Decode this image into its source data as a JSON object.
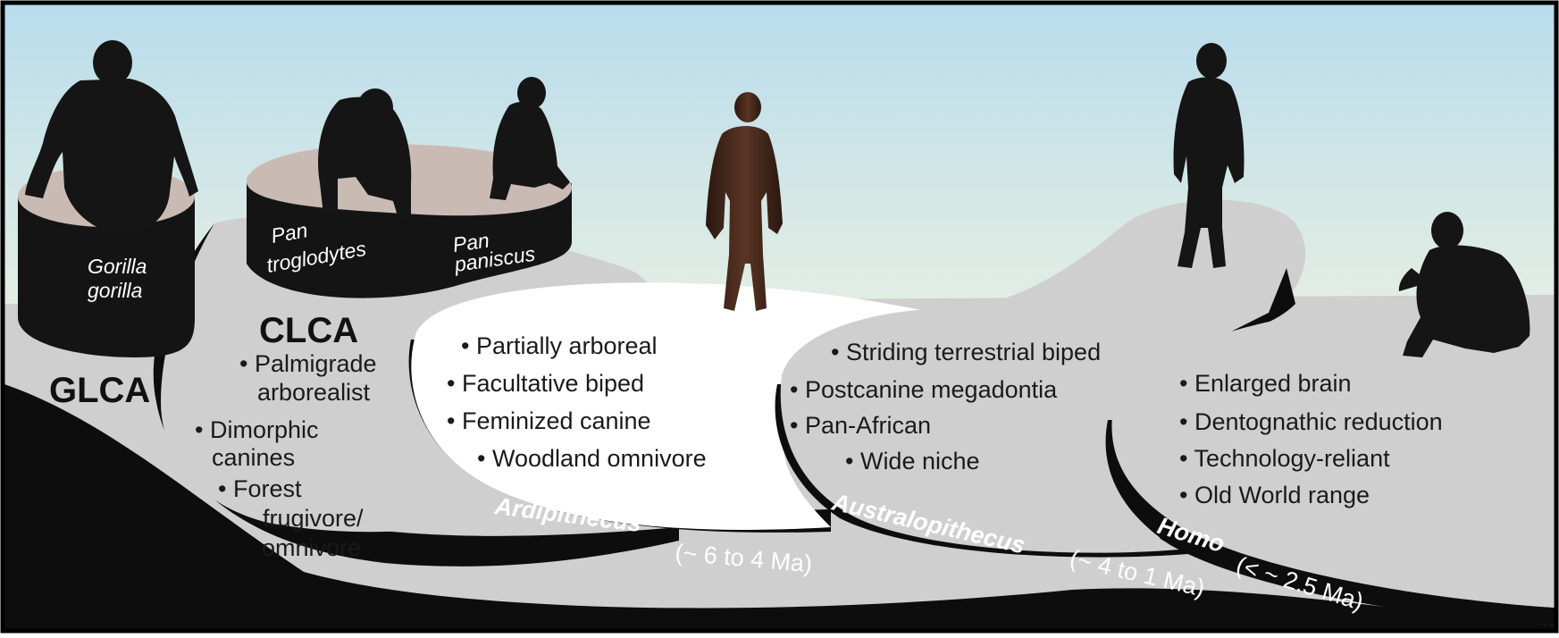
{
  "stages": {
    "glca": {
      "label": "GLCA",
      "species": [
        "Gorilla",
        "gorilla"
      ]
    },
    "clca": {
      "label": "CLCA",
      "species_1": [
        "Pan",
        "troglodytes"
      ],
      "species_2": [
        "Pan",
        "paniscus"
      ],
      "traits": [
        "• Palmigrade",
        "arborealist",
        "• Dimorphic",
        "canines",
        "• Forest",
        "frugivore/",
        "omnivore"
      ]
    },
    "ardipithecus": {
      "genus": "Ardipithecus",
      "age": "(~ 6 to 4 Ma)",
      "traits": [
        "• Partially arboreal",
        "• Facultative biped",
        "• Feminized canine",
        "• Woodland omnivore"
      ]
    },
    "australopithecus": {
      "genus": "Australopithecus",
      "age": "(~ 4 to 1 Ma)",
      "traits": [
        "• Striding terrestrial biped",
        "• Postcanine megadontia",
        "• Pan-African",
        "• Wide niche"
      ]
    },
    "homo": {
      "genus": "Homo",
      "age": "(< ~ 2.5 Ma)",
      "traits": [
        "• Enlarged brain",
        "• Dentognathic reduction",
        "• Technology-reliant",
        "• Old World range"
      ]
    }
  },
  "colors": {
    "sky_top": "#b9dcec",
    "sky_bottom": "#fbf1cf",
    "platform_gray": "#cfcfcf",
    "platform_white": "#ffffff",
    "platform_side": "#111111",
    "pedestal_top": "#c9bbb4",
    "figure_dark": "#151515",
    "figure_brown": "#3a2218"
  }
}
